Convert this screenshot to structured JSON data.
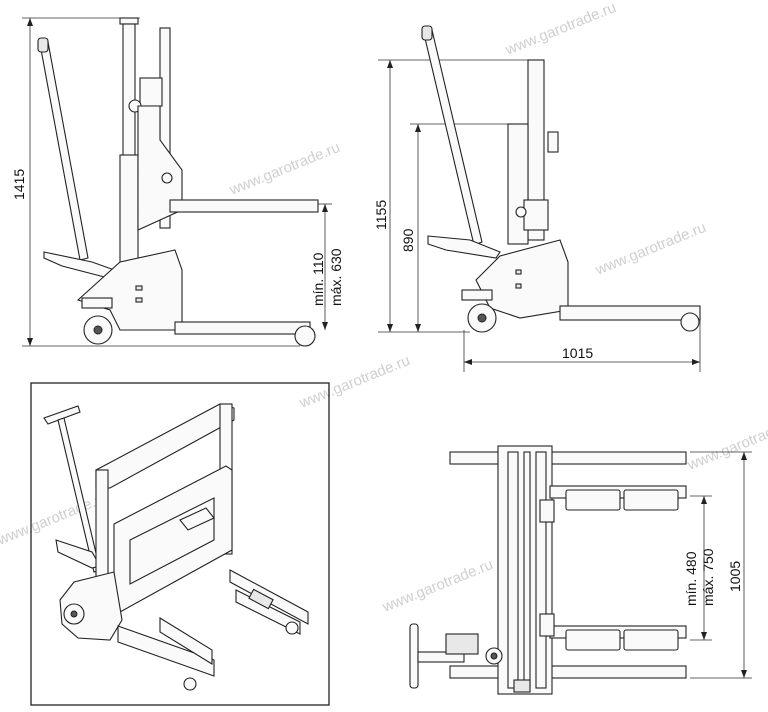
{
  "side_view": {
    "height_total": "1415",
    "fork_height": "mín. 110\nmáx. 630"
  },
  "side_view_2": {
    "height_total": "1155",
    "mast_height": "890",
    "length": "1015"
  },
  "top_view": {
    "fork_spread": "mín. 480\nmáx. 750",
    "width": "1005"
  },
  "watermark": "www.garotrade.ru"
}
